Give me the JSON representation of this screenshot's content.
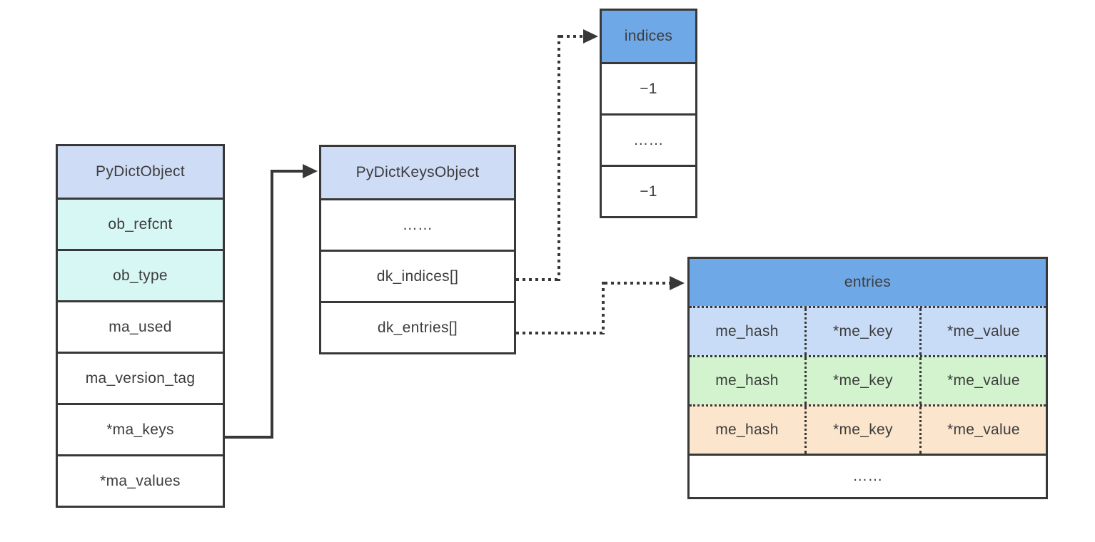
{
  "py_dict_object": {
    "title": "PyDictObject",
    "rows": [
      "ob_refcnt",
      "ob_type",
      "ma_used",
      "ma_version_tag",
      "*ma_keys",
      "*ma_values"
    ]
  },
  "py_dict_keys_object": {
    "title": "PyDictKeysObject",
    "rows": [
      "……",
      "dk_indices[]",
      "dk_entries[]"
    ]
  },
  "indices": {
    "title": "indices",
    "rows": [
      "−1",
      "……",
      "−1"
    ]
  },
  "entries": {
    "title": "entries",
    "rows": [
      [
        "me_hash",
        "*me_key",
        "*me_value"
      ],
      [
        "me_hash",
        "*me_key",
        "*me_value"
      ],
      [
        "me_hash",
        "*me_key",
        "*me_value"
      ]
    ],
    "footer": "……"
  },
  "colors": {
    "border": "#383838",
    "header_lavender": "#cfdcf6",
    "cell_cyan": "#d7f7f4",
    "header_blue": "#6fa8e6",
    "entry_row_blue": "#c9dcf7",
    "entry_row_green": "#d2f3cd",
    "entry_row_orange": "#fbe5cc"
  }
}
